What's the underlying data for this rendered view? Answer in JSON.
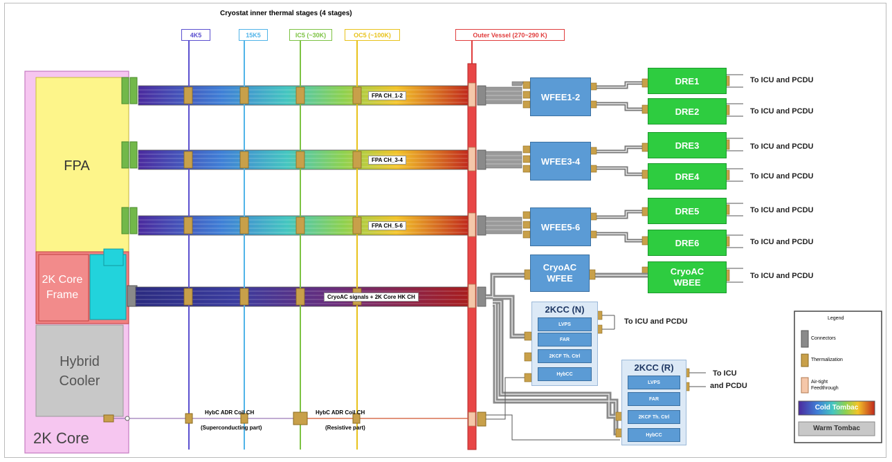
{
  "title": "Cryostat inner thermal stages (4 stages)",
  "stages": [
    {
      "label": "4K5",
      "color": "#5a4fcf"
    },
    {
      "label": "15K5",
      "color": "#4fb3e8"
    },
    {
      "label": "IC5 (~30K)",
      "color": "#7cc242"
    },
    {
      "label": "OC5 (~100K)",
      "color": "#e8c21a"
    },
    {
      "label": "Outer Vessel (270~290 K)",
      "color": "#e03c3c"
    }
  ],
  "core": {
    "fpa": "FPA",
    "frame_line1": "2K Core",
    "frame_line2": "Frame",
    "cooler_line1": "Hybrid",
    "cooler_line2": "Cooler",
    "core": "2K Core"
  },
  "bundles": [
    {
      "label": "FPA CH_1-2"
    },
    {
      "label": "FPA CH_3-4"
    },
    {
      "label": "FPA CH_5-6"
    },
    {
      "label": "CryoAC signals + 2K Core HK CH"
    }
  ],
  "wfee": [
    {
      "label": "WFEE1-2"
    },
    {
      "label": "WFEE3-4"
    },
    {
      "label": "WFEE5-6"
    }
  ],
  "cryoac_wfee": {
    "line1": "CryoAC",
    "line2": "WFEE"
  },
  "cryoac_wbee": {
    "line1": "CryoAC",
    "line2": "WBEE"
  },
  "dre": [
    "DRE1",
    "DRE2",
    "DRE3",
    "DRE4",
    "DRE5",
    "DRE6"
  ],
  "to_icu": "To ICU and PCDU",
  "kcc_n": {
    "title": "2KCC (N)",
    "rows": [
      "LVPS",
      "FAR",
      "2KCF Th. Ctrl",
      "HybCC"
    ]
  },
  "kcc_r": {
    "title": "2KCC (R)",
    "rows": [
      "LVPS",
      "FAR",
      "2KCF Th. Ctrl",
      "HybCC"
    ]
  },
  "kcc_r_icu_line1": "To ICU",
  "kcc_r_icu_line2": "and PCDU",
  "hybc": {
    "left_line1": "HybC ADR Coil CH",
    "left_line2": "(Superconducting part)",
    "right_line1": "HybC ADR Coil CH",
    "right_line2": "(Resistive part)"
  },
  "legend": {
    "title": "Legend",
    "items": [
      "Connectors",
      "Thermalization",
      "Air-tight Feedthrough"
    ],
    "cold": "Cold Tombac",
    "warm": "Warm Tombac"
  }
}
